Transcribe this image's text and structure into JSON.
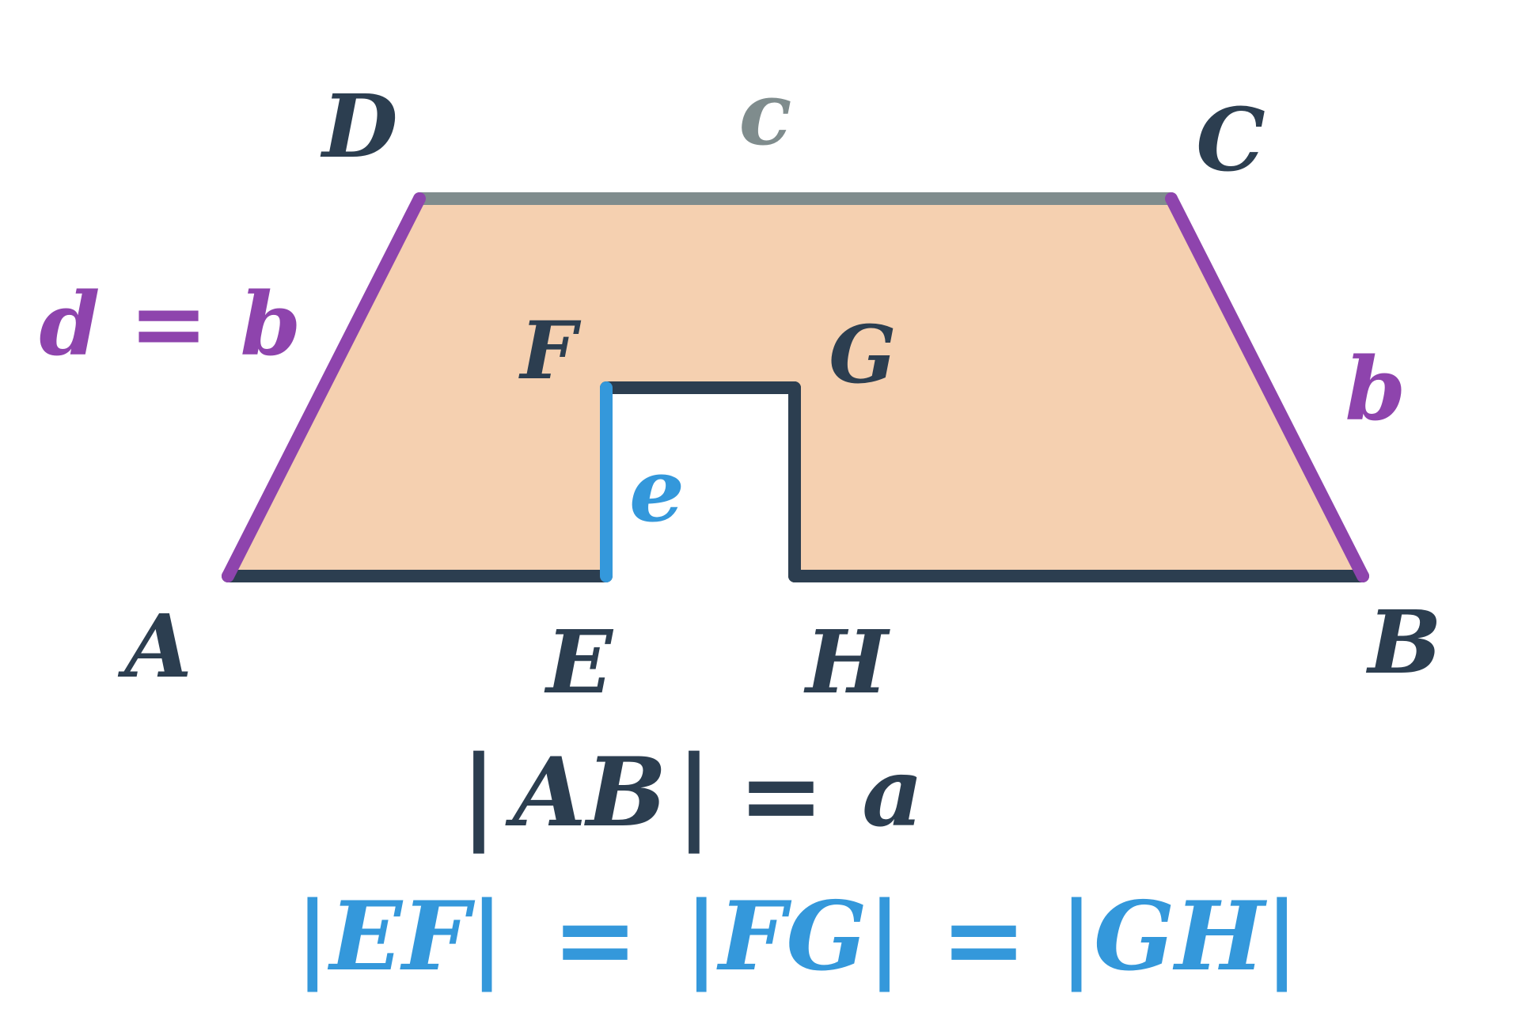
{
  "colors": {
    "fill": "#f5d0b0",
    "dark": "#2c3e50",
    "purple": "#8e44ad",
    "gray": "#7f8c8d",
    "blue": "#3498db"
  },
  "vertices": {
    "A": "A",
    "B": "B",
    "C": "C",
    "D": "D",
    "E": "E",
    "F": "F",
    "G": "G",
    "H": "H"
  },
  "side_labels": {
    "c": "c",
    "b": "b",
    "e": "e",
    "d_eq": {
      "left": "d",
      "eq": "=",
      "right": "b"
    }
  },
  "equations": {
    "ab": {
      "bar_left": "|",
      "lhs": "AB",
      "bar_right": "|",
      "eq": "=",
      "rhs": "a"
    },
    "efg": {
      "t1": "|EF|",
      "eq1": "=",
      "t2": "|FG|",
      "eq2": "=",
      "t3": "|GH|"
    }
  }
}
